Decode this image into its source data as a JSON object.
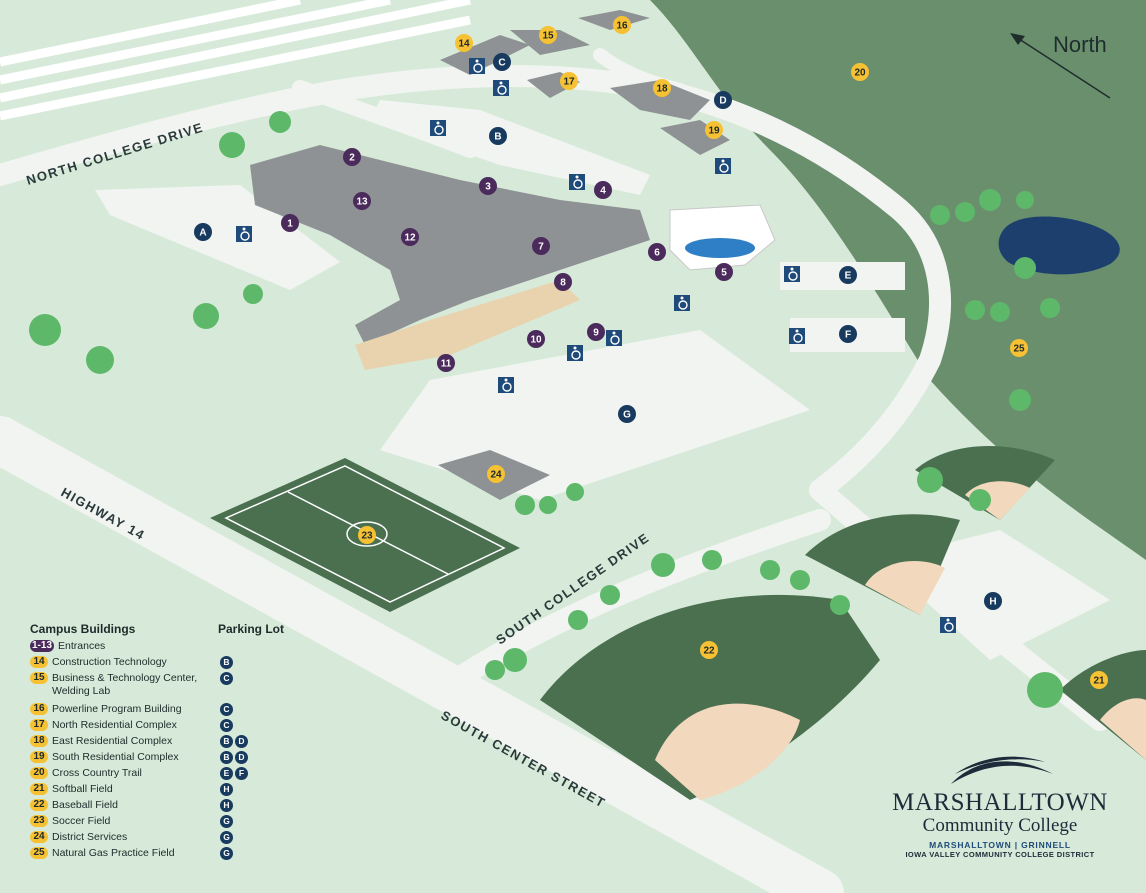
{
  "roads": {
    "north_college_drive": "NORTH COLLEGE DRIVE",
    "highway_14": "HIGHWAY 14",
    "south_college_drive": "SOUTH COLLEGE DRIVE",
    "south_center_street": "SOUTH CENTER STREET"
  },
  "compass": {
    "label": "North"
  },
  "entrances": [
    "1",
    "2",
    "3",
    "4",
    "5",
    "6",
    "7",
    "8",
    "9",
    "10",
    "11",
    "12",
    "13"
  ],
  "building_markers": [
    "14",
    "15",
    "16",
    "17",
    "18",
    "19",
    "20",
    "21",
    "22",
    "23",
    "24",
    "25"
  ],
  "parking_markers": [
    "A",
    "B",
    "C",
    "D",
    "E",
    "F",
    "G",
    "H"
  ],
  "legend": {
    "buildings_heading": "Campus Buildings",
    "parking_heading": "Parking Lot",
    "rows": [
      {
        "num": "1-13",
        "label": "Entrances",
        "lots": []
      },
      {
        "num": "14",
        "label": "Construction Technology",
        "lots": [
          "B"
        ]
      },
      {
        "num": "15",
        "label": "Business & Technology Center, Welding Lab",
        "lots": [
          "C"
        ]
      },
      {
        "num": "16",
        "label": "Powerline Program Building",
        "lots": [
          "C"
        ]
      },
      {
        "num": "17",
        "label": "North Residential Complex",
        "lots": [
          "C"
        ]
      },
      {
        "num": "18",
        "label": "East Residential Complex",
        "lots": [
          "B",
          "D"
        ]
      },
      {
        "num": "19",
        "label": "South Residential Complex",
        "lots": [
          "B",
          "D"
        ]
      },
      {
        "num": "20",
        "label": "Cross Country Trail",
        "lots": [
          "E",
          "F"
        ]
      },
      {
        "num": "21",
        "label": "Softball Field",
        "lots": [
          "H"
        ]
      },
      {
        "num": "22",
        "label": "Baseball Field",
        "lots": [
          "H"
        ]
      },
      {
        "num": "23",
        "label": "Soccer Field",
        "lots": [
          "G"
        ]
      },
      {
        "num": "24",
        "label": "District Services",
        "lots": [
          "G"
        ]
      },
      {
        "num": "25",
        "label": "Natural Gas Practice Field",
        "lots": [
          "G"
        ]
      }
    ]
  },
  "logo": {
    "line1": "MARSHALLTOWN",
    "line2": "Community College",
    "line3": "MARSHALLTOWN | GRINNELL",
    "line4": "IOWA VALLEY COMMUNITY COLLEGE DISTRICT"
  },
  "colors": {
    "background": "#d7ead9",
    "dark_green": "#5f8463",
    "pavement": "#f2f4f2",
    "building_roof": "#8e9294",
    "entrance_marker": "#4b2a5c",
    "building_marker": "#f6c132",
    "parking_marker": "#173a5e",
    "pond": "#1c3f6e",
    "infield": "#f2d8bd"
  }
}
